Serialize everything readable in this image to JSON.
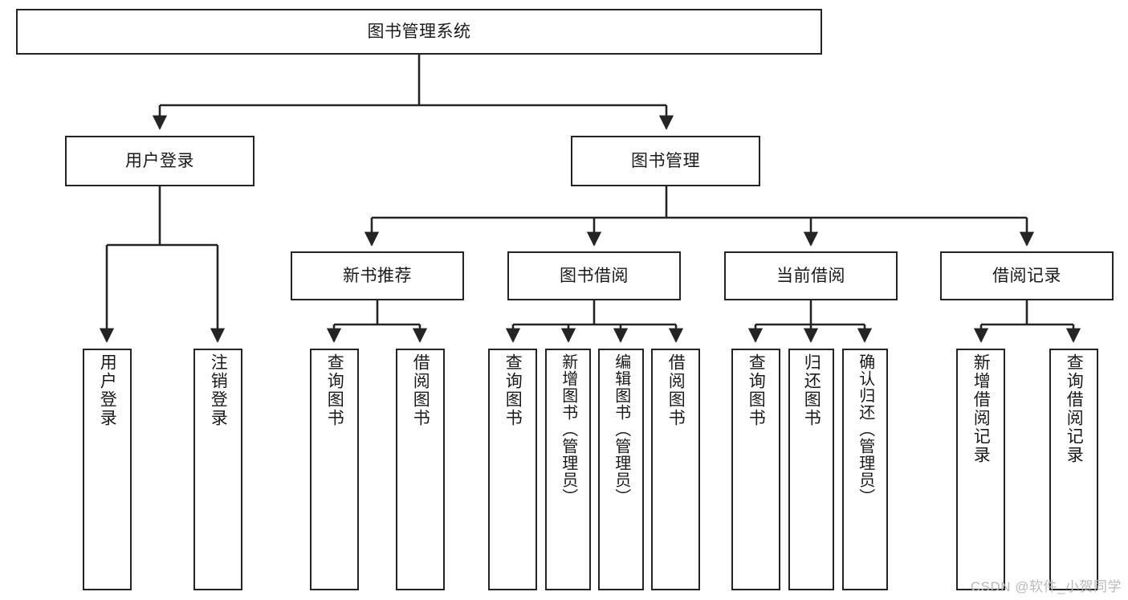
{
  "diagram": {
    "title": "图书管理系统",
    "watermark": "CSDN @软件_小贺同学",
    "style": {
      "border_color": "#242424",
      "fill_color": "#ffffff",
      "text_color": "#1a1a1a",
      "line_color": "#242424",
      "watermark_color": "#b9b9b9"
    },
    "root": {
      "label": "图书管理系统"
    },
    "level2": [
      {
        "label": "用户登录"
      },
      {
        "label": "图书管理"
      }
    ],
    "level3": [
      {
        "label": "新书推荐"
      },
      {
        "label": "图书借阅"
      },
      {
        "label": "当前借阅"
      },
      {
        "label": "借阅记录"
      }
    ],
    "leaves": {
      "user_login": [
        {
          "label": "用户登录"
        },
        {
          "label": "注销登录"
        }
      ],
      "new_book": [
        {
          "label": "查询图书"
        },
        {
          "label": "借阅图书"
        }
      ],
      "book_borrow": [
        {
          "label": "查询图书"
        },
        {
          "label": "新增图书（管理员）"
        },
        {
          "label": "编辑图书（管理员）"
        },
        {
          "label": "借阅图书"
        }
      ],
      "current_borrow": [
        {
          "label": "查询图书"
        },
        {
          "label": "归还图书"
        },
        {
          "label": "确认归还（管理员）"
        }
      ],
      "borrow_record": [
        {
          "label": "新增借阅记录"
        },
        {
          "label": "查询借阅记录"
        }
      ]
    }
  }
}
